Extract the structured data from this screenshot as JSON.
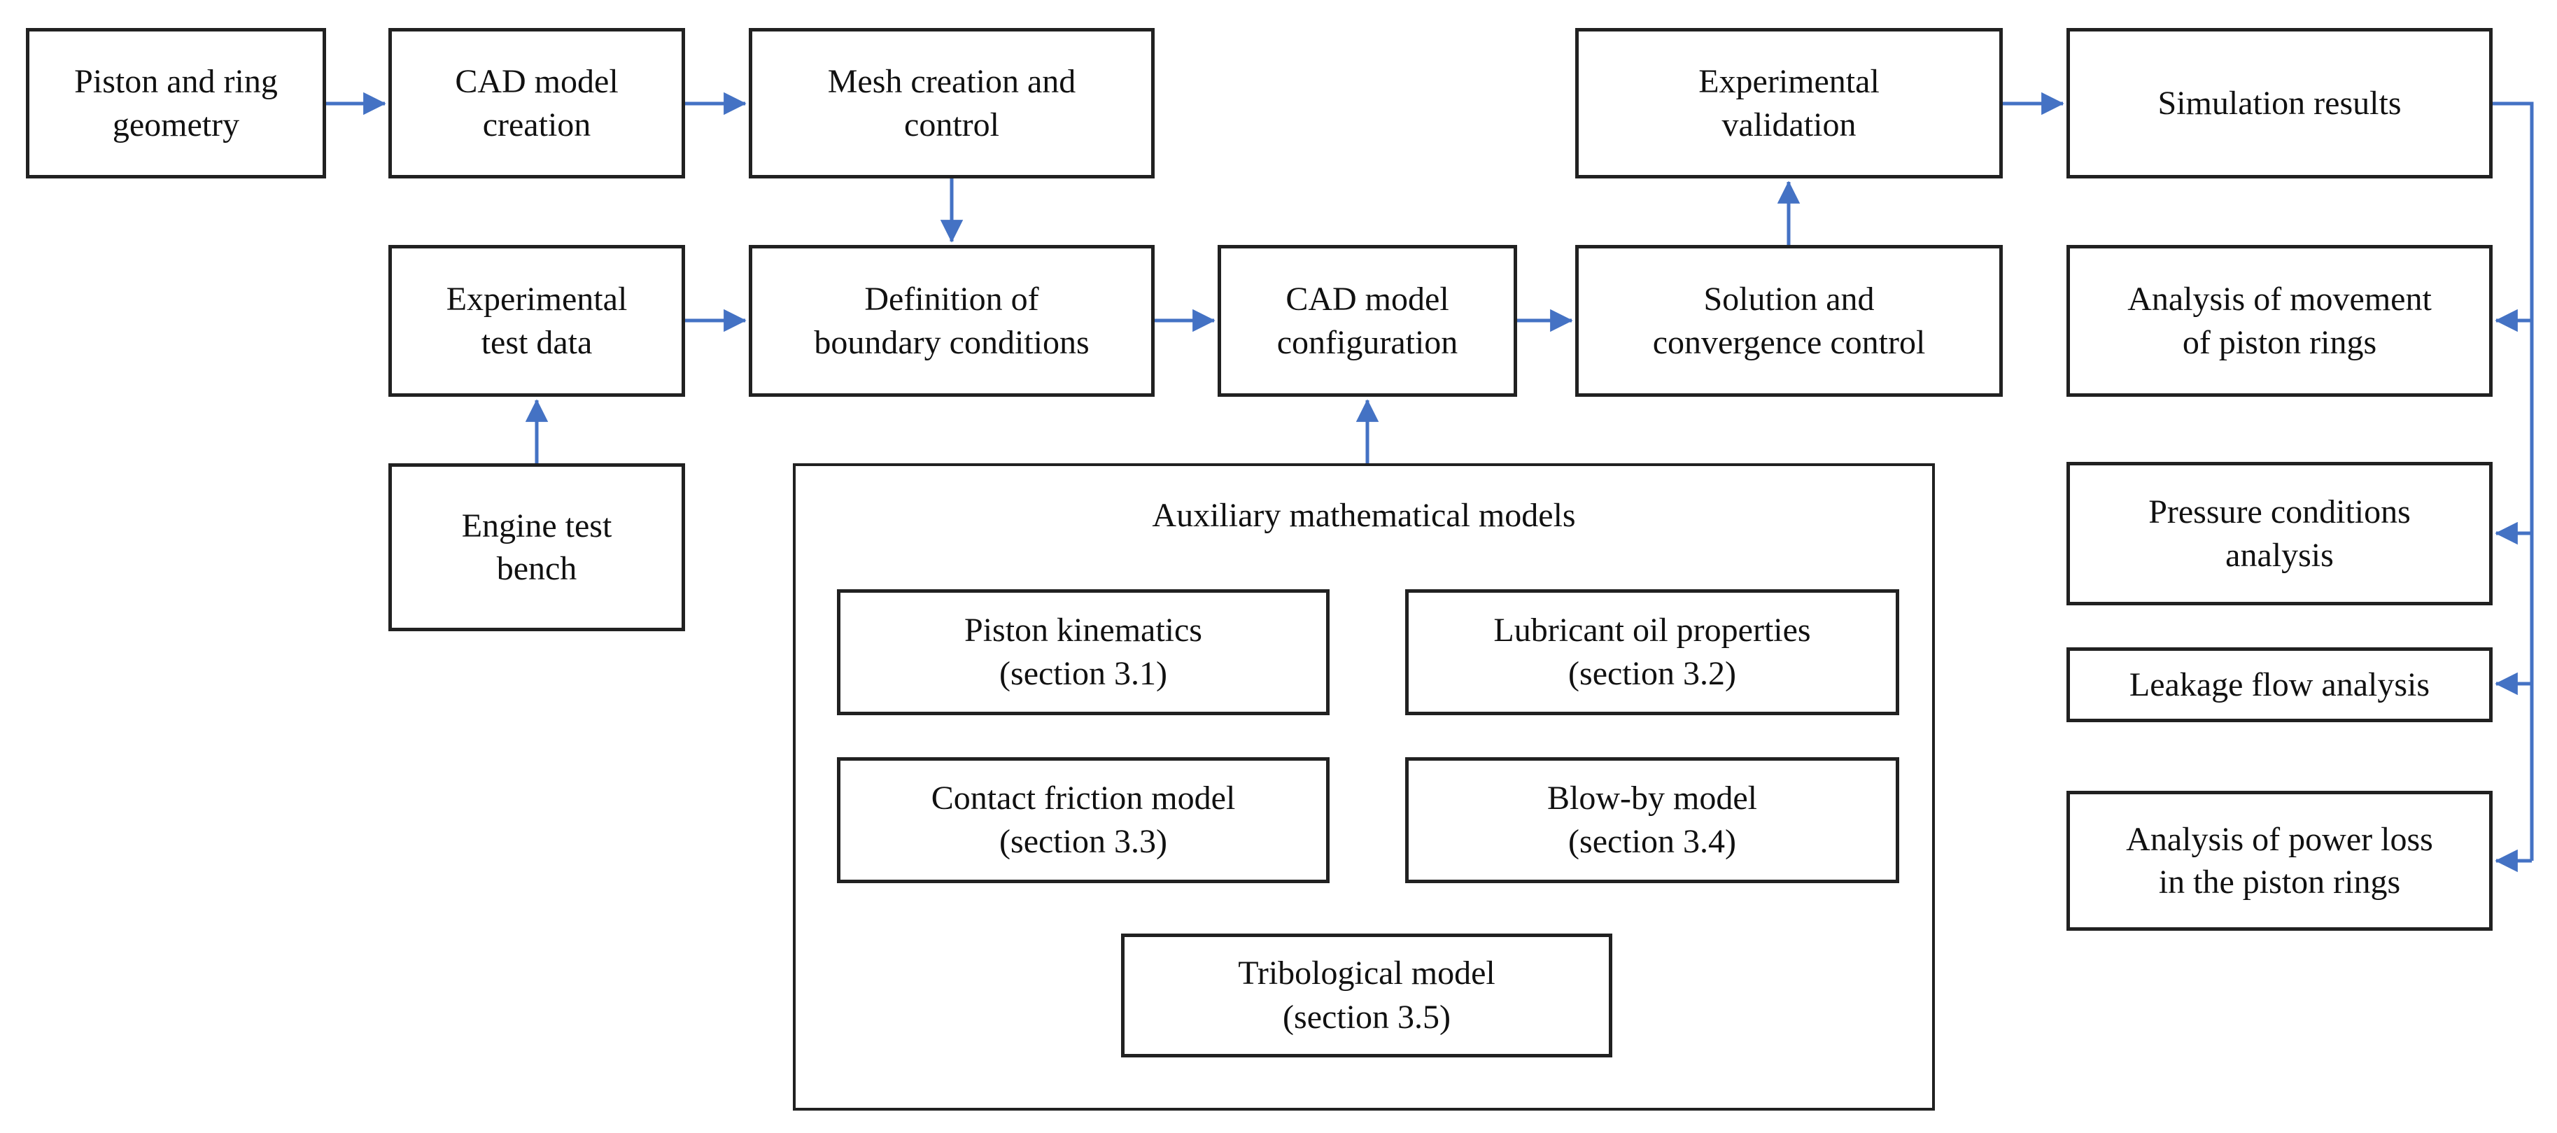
{
  "diagram": {
    "title": "Simulation methodology flowchart",
    "colors": {
      "arrow": "#4472C4",
      "box_border": "#212121",
      "text": "#111111",
      "background": "#ffffff"
    },
    "nodes": {
      "piston_geometry": {
        "line1": "Piston and ring",
        "line2": "geometry"
      },
      "cad_creation": {
        "line1": "CAD model",
        "line2": "creation"
      },
      "mesh_creation": {
        "line1": "Mesh creation and",
        "line2": "control"
      },
      "experimental_validation": {
        "line1": "Experimental",
        "line2": "validation"
      },
      "simulation_results": {
        "line1": "Simulation results"
      },
      "experimental_test_data": {
        "line1": "Experimental",
        "line2": "test data"
      },
      "definition_boundary": {
        "line1": "Definition of",
        "line2": "boundary conditions"
      },
      "cad_configuration": {
        "line1": "CAD model",
        "line2": "configuration"
      },
      "solution_convergence": {
        "line1": "Solution and",
        "line2": "convergence control"
      },
      "analysis_movement": {
        "line1": "Analysis of movement",
        "line2": "of piston rings"
      },
      "engine_test_bench": {
        "line1": "Engine test",
        "line2": "bench"
      },
      "pressure_conditions": {
        "line1": "Pressure conditions",
        "line2": "analysis"
      },
      "leakage_flow": {
        "line1": "Leakage flow analysis"
      },
      "power_loss": {
        "line1": "Analysis of power loss",
        "line2": "in the piston rings"
      },
      "auxiliary_models_title": {
        "line1": "Auxiliary mathematical models"
      },
      "piston_kinematics": {
        "line1": "Piston kinematics",
        "line2": "(section 3.1)"
      },
      "lubricant_oil": {
        "line1": "Lubricant oil properties",
        "line2": "(section 3.2)"
      },
      "contact_friction": {
        "line1": "Contact friction model",
        "line2": "(section 3.3)"
      },
      "blow_by": {
        "line1": "Blow-by model",
        "line2": "(section 3.4)"
      },
      "tribological": {
        "line1": "Tribological model",
        "line2": "(section 3.5)"
      }
    },
    "edges": [
      {
        "from": "piston_geometry",
        "to": "cad_creation"
      },
      {
        "from": "cad_creation",
        "to": "mesh_creation"
      },
      {
        "from": "mesh_creation",
        "to": "definition_boundary"
      },
      {
        "from": "engine_test_bench",
        "to": "experimental_test_data"
      },
      {
        "from": "experimental_test_data",
        "to": "definition_boundary"
      },
      {
        "from": "definition_boundary",
        "to": "cad_configuration"
      },
      {
        "from": "auxiliary_models",
        "to": "cad_configuration"
      },
      {
        "from": "cad_configuration",
        "to": "solution_convergence"
      },
      {
        "from": "solution_convergence",
        "to": "experimental_validation"
      },
      {
        "from": "experimental_validation",
        "to": "simulation_results"
      },
      {
        "from": "simulation_results",
        "to": "analysis_movement"
      },
      {
        "from": "simulation_results",
        "to": "pressure_conditions"
      },
      {
        "from": "simulation_results",
        "to": "leakage_flow"
      },
      {
        "from": "simulation_results",
        "to": "power_loss"
      }
    ]
  }
}
